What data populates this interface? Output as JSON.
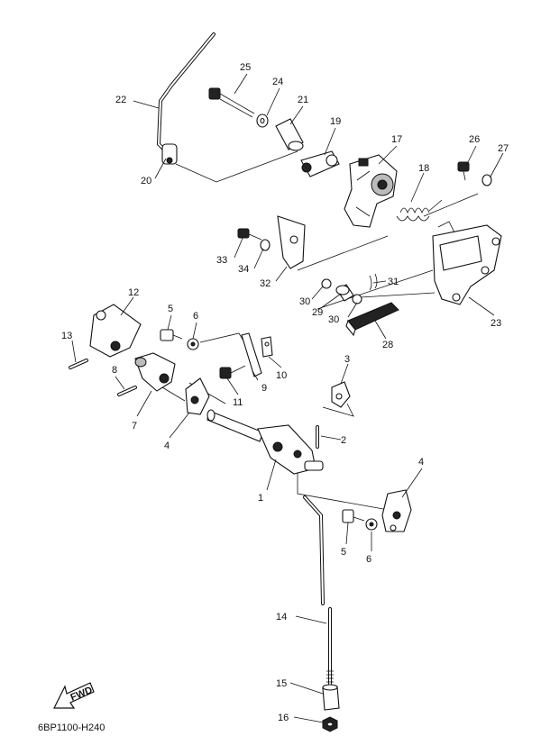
{
  "diagram_code": "6BP1100-H240",
  "fwd_label": "FWD",
  "callouts": [
    {
      "id": "c1",
      "text": "1"
    },
    {
      "id": "c2",
      "text": "2"
    },
    {
      "id": "c3",
      "text": "3"
    },
    {
      "id": "c4a",
      "text": "4"
    },
    {
      "id": "c4b",
      "text": "4"
    },
    {
      "id": "c5a",
      "text": "5"
    },
    {
      "id": "c5b",
      "text": "5"
    },
    {
      "id": "c6a",
      "text": "6"
    },
    {
      "id": "c6b",
      "text": "6"
    },
    {
      "id": "c7",
      "text": "7"
    },
    {
      "id": "c8",
      "text": "8"
    },
    {
      "id": "c9",
      "text": "9"
    },
    {
      "id": "c10",
      "text": "10"
    },
    {
      "id": "c11",
      "text": "11"
    },
    {
      "id": "c12",
      "text": "12"
    },
    {
      "id": "c13",
      "text": "13"
    },
    {
      "id": "c14",
      "text": "14"
    },
    {
      "id": "c15",
      "text": "15"
    },
    {
      "id": "c16",
      "text": "16"
    },
    {
      "id": "c17",
      "text": "17"
    },
    {
      "id": "c18",
      "text": "18"
    },
    {
      "id": "c19",
      "text": "19"
    },
    {
      "id": "c20",
      "text": "20"
    },
    {
      "id": "c21",
      "text": "21"
    },
    {
      "id": "c22",
      "text": "22"
    },
    {
      "id": "c23",
      "text": "23"
    },
    {
      "id": "c24",
      "text": "24"
    },
    {
      "id": "c25",
      "text": "25"
    },
    {
      "id": "c26",
      "text": "26"
    },
    {
      "id": "c27",
      "text": "27"
    },
    {
      "id": "c28",
      "text": "28"
    },
    {
      "id": "c29",
      "text": "29"
    },
    {
      "id": "c30a",
      "text": "30"
    },
    {
      "id": "c30b",
      "text": "30"
    },
    {
      "id": "c31",
      "text": "31"
    },
    {
      "id": "c32",
      "text": "32"
    },
    {
      "id": "c33",
      "text": "33"
    },
    {
      "id": "c34",
      "text": "34"
    }
  ]
}
